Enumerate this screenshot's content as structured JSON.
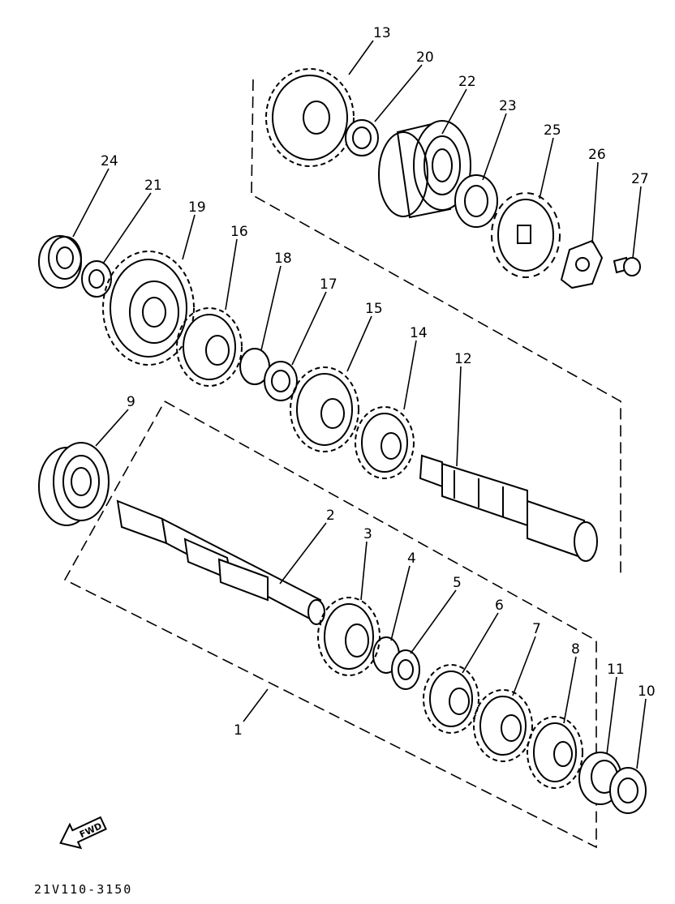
{
  "diagram": {
    "part_code": "21V110-3150",
    "direction_label": "FWD",
    "callouts": [
      "1",
      "2",
      "3",
      "4",
      "5",
      "6",
      "7",
      "8",
      "9",
      "10",
      "11",
      "12",
      "13",
      "14",
      "15",
      "16",
      "17",
      "18",
      "19",
      "20",
      "21",
      "22",
      "23",
      "24",
      "25",
      "26",
      "27"
    ]
  }
}
